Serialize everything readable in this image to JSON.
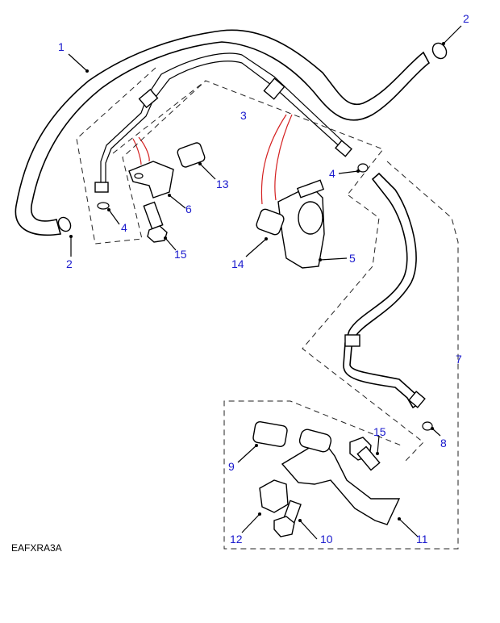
{
  "diagram": {
    "code": "EAFXRA3A",
    "colors": {
      "callout": "#1a1acd",
      "lines": "#000000",
      "arrows": "#d42020"
    },
    "callouts": [
      {
        "id": "c1",
        "text": "1"
      },
      {
        "id": "c2a",
        "text": "2"
      },
      {
        "id": "c2b",
        "text": "2"
      },
      {
        "id": "c3",
        "text": "3"
      },
      {
        "id": "c4a",
        "text": "4"
      },
      {
        "id": "c4b",
        "text": "4"
      },
      {
        "id": "c5",
        "text": "5"
      },
      {
        "id": "c6",
        "text": "6"
      },
      {
        "id": "c7",
        "text": "7"
      },
      {
        "id": "c8",
        "text": "8"
      },
      {
        "id": "c9",
        "text": "9"
      },
      {
        "id": "c10",
        "text": "10"
      },
      {
        "id": "c11",
        "text": "11"
      },
      {
        "id": "c12",
        "text": "12"
      },
      {
        "id": "c13",
        "text": "13"
      },
      {
        "id": "c14",
        "text": "14"
      },
      {
        "id": "c15a",
        "text": "15"
      },
      {
        "id": "c15b",
        "text": "15"
      }
    ]
  }
}
